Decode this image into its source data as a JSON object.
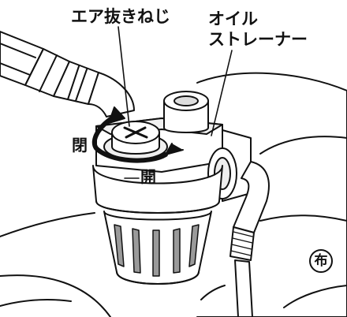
{
  "labels": {
    "air_vent_screw": "エア抜きねじ",
    "oil_strainer_line1": "オイル",
    "oil_strainer_line2": "ストレーナー",
    "close": "閉",
    "open": "開",
    "fabric_mark": "布"
  },
  "colors": {
    "line": "#111111",
    "fill": "#ffffff",
    "shade": "#9a9a9a",
    "dark": "#2a2a2a"
  }
}
